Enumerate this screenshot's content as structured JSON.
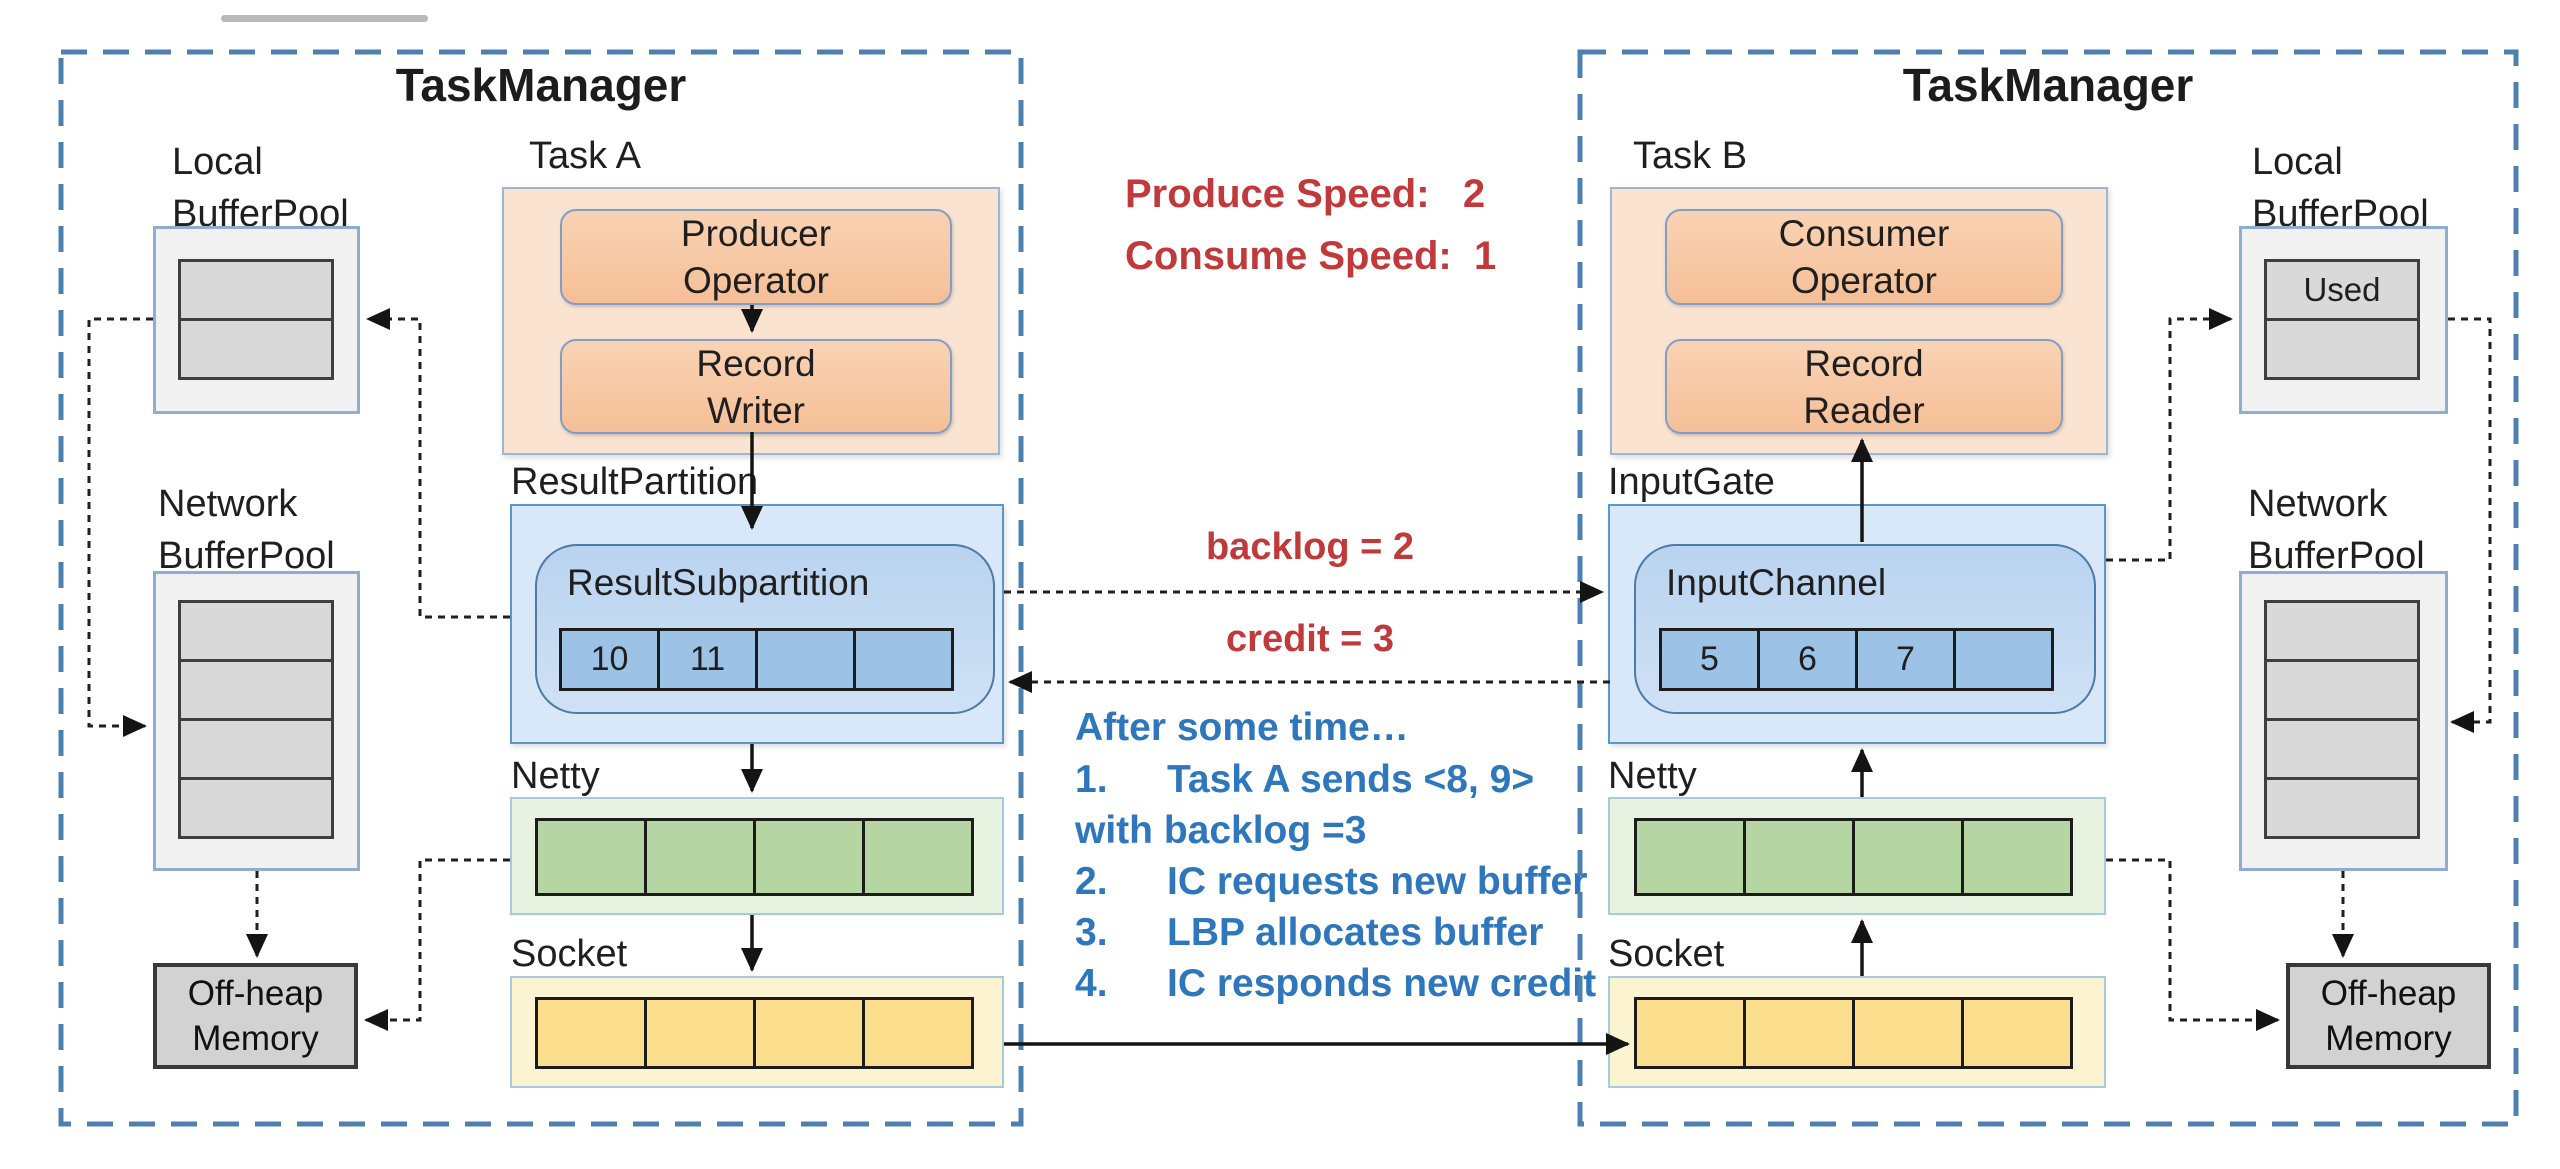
{
  "left_tm": {
    "title": "TaskManager",
    "task_label": "Task A",
    "producer_line1": "Producer",
    "producer_line2": "Operator",
    "record_line1": "Record",
    "record_line2": "Writer",
    "result_partition_label": "ResultPartition",
    "result_subpartition_label": "ResultSubpartition",
    "rs_cells": [
      "10",
      "11",
      "",
      ""
    ],
    "local_bp": {
      "line1": "Local",
      "line2": "BufferPool",
      "cells": [
        "",
        ""
      ]
    },
    "network_bp": {
      "line1": "Network",
      "line2": "BufferPool",
      "cells": [
        "",
        "",
        "",
        ""
      ]
    },
    "netty_label": "Netty",
    "netty_cells": [
      "",
      "",
      "",
      ""
    ],
    "socket_label": "Socket",
    "socket_cells": [
      "",
      "",
      "",
      ""
    ],
    "offheap_line1": "Off-heap",
    "offheap_line2": "Memory"
  },
  "right_tm": {
    "title": "TaskManager",
    "task_label": "Task B",
    "consumer_line1": "Consumer",
    "consumer_line2": "Operator",
    "record_line1": "Record",
    "record_line2": "Reader",
    "input_gate_label": "InputGate",
    "input_channel_label": "InputChannel",
    "ic_cells": [
      "5",
      "6",
      "7",
      ""
    ],
    "local_bp": {
      "line1": "Local",
      "line2": "BufferPool",
      "cells": [
        "Used",
        ""
      ]
    },
    "network_bp": {
      "line1": "Network",
      "line2": "BufferPool",
      "cells": [
        "",
        "",
        "",
        ""
      ]
    },
    "netty_label": "Netty",
    "netty_cells": [
      "",
      "",
      "",
      ""
    ],
    "socket_label": "Socket",
    "socket_cells": [
      "",
      "",
      "",
      ""
    ],
    "offheap_line1": "Off-heap",
    "offheap_line2": "Memory"
  },
  "annotations": {
    "produce_speed": "Produce Speed:   2",
    "consume_speed": "Consume Speed:  1",
    "backlog": "backlog = 2",
    "credit": "credit = 3",
    "after_title": "After some time…",
    "steps": [
      {
        "num": "1.",
        "text": "Task A sends <8, 9>"
      },
      {
        "num": "",
        "text": "with backlog =3"
      },
      {
        "num": "2.",
        "text": "IC requests new buffer"
      },
      {
        "num": "3.",
        "text": "LBP allocates buffer"
      },
      {
        "num": "4.",
        "text": "IC responds new credit"
      }
    ]
  },
  "colors": {
    "tm_border": "#4d80ae",
    "red_text": "#c0393b",
    "blue_text": "#2e77bd",
    "orange_fill": "#f5bf97",
    "blue_cell": "#9cc3e6",
    "green_cell": "#b5d5a3",
    "yellow_cell": "#fade8d",
    "gray_cell": "#d9d9d9",
    "arrow": "#141414"
  }
}
